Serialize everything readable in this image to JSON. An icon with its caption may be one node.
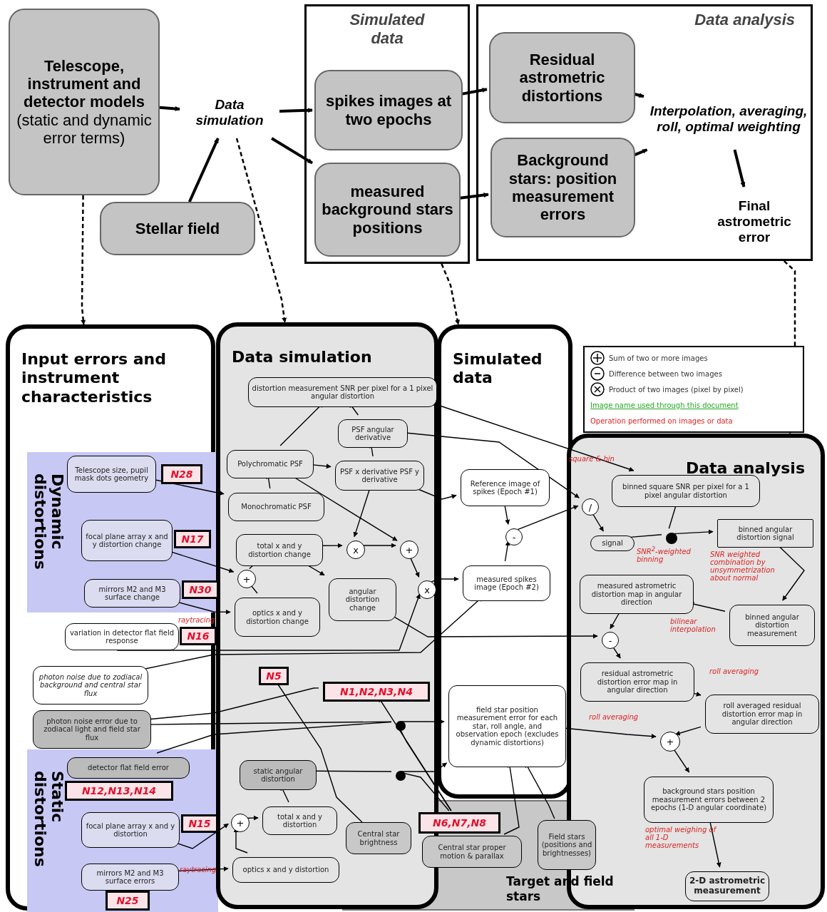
{
  "diagram": {
    "nodes": [
      {
        "text": [
          "Telescope, instrument and detector models",
          "(static and dynamic error terms)"
        ]
      },
      {
        "text": [
          "Data simulation"
        ]
      },
      {
        "text": [
          "Stellar field"
        ]
      },
      {
        "text": [
          "Simulated data"
        ]
      },
      {
        "text": [
          "spikes images at two epochs"
        ],
        "in": 3
      },
      {
        "text": [
          "measured background stars positions"
        ],
        "in": 3
      },
      {
        "text": [
          "Data analysis"
        ]
      },
      {
        "text": [
          "Residual astrometric distortions"
        ],
        "in": 6
      },
      {
        "text": [
          "Background stars: position measurement errors"
        ],
        "in": 6
      },
      {
        "text": [
          "Interpolation, averaging, roll, optimal weighting"
        ],
        "in": 6
      },
      {
        "text": [
          "Final astrometric error"
        ],
        "in": 6
      },
      {
        "text": [
          "Input errors and instrument characteristics"
        ]
      },
      {
        "text": [
          "Dynamic distortions"
        ],
        "in": 11
      },
      {
        "text": [
          "Telescope size, pupil mask dots geometry"
        ],
        "in": 12
      },
      {
        "text": [
          "N28"
        ],
        "in": 12
      },
      {
        "text": [
          "focal plane array x and y distortion change"
        ],
        "in": 12
      },
      {
        "text": [
          "N17"
        ],
        "in": 12
      },
      {
        "text": [
          "mirrors M2 and M3 surface change"
        ],
        "in": 12
      },
      {
        "text": [
          "N30"
        ],
        "in": 12
      },
      {
        "text": [
          "variation in detector flat field response"
        ],
        "in": 11
      },
      {
        "text": [
          "N16"
        ],
        "in": 11
      },
      {
        "text": [
          "photon noise due to zodiacal background and central star flux"
        ],
        "in": 11
      },
      {
        "text": [
          "photon noise error due to zodiacal light and field star flux"
        ],
        "in": 11
      },
      {
        "text": [
          "Static distortions"
        ],
        "in": 11
      },
      {
        "text": [
          "detector flat field error"
        ],
        "in": 23
      },
      {
        "text": [
          "N12,N13,N14"
        ],
        "in": 23
      },
      {
        "text": [
          "focal plane array x and y distortion"
        ],
        "in": 23
      },
      {
        "text": [
          "N15"
        ],
        "in": 23
      },
      {
        "text": [
          "mirrors M2 and M3 surface errors"
        ],
        "in": 23
      },
      {
        "text": [
          "N25"
        ],
        "in": 23
      },
      {
        "text": [
          "Data simulation"
        ]
      },
      {
        "text": [
          "distortion measurement SNR per pixel for a 1 pixel angular distortion"
        ],
        "in": 30
      },
      {
        "text": [
          "PSF angular derivative"
        ],
        "in": 30
      },
      {
        "text": [
          "Polychromatic PSF"
        ],
        "in": 30
      },
      {
        "text": [
          "PSF x derivative PSF y derivative"
        ],
        "in": 30
      },
      {
        "text": [
          "Monochromatic PSF"
        ],
        "in": 30
      },
      {
        "text": [
          "total x and y distortion change"
        ],
        "in": 30
      },
      {
        "text": [
          "x"
        ],
        "in": 30
      },
      {
        "text": [
          "+"
        ],
        "in": 30
      },
      {
        "text": [
          "angular distortion change"
        ],
        "in": 30
      },
      {
        "text": [
          "x"
        ],
        "in": 30
      },
      {
        "text": [
          "+"
        ],
        "in": 30
      },
      {
        "text": [
          "optics x and y distortion change"
        ],
        "in": 30
      },
      {
        "text": [
          "N5"
        ],
        "in": 30
      },
      {
        "text": [
          "N1,N2,N3,N4"
        ],
        "in": 30
      },
      {
        "text": [
          "static angular distortion"
        ],
        "in": 30
      },
      {
        "text": [
          "+"
        ],
        "in": 30
      },
      {
        "text": [
          "total x and y distortion"
        ],
        "in": 30
      },
      {
        "text": [
          "optics x and y distortion"
        ],
        "in": 30
      },
      {
        "text": [],
        "shape": "circle",
        "in": 30
      },
      {
        "text": [],
        "shape": "circle",
        "in": 30
      },
      {
        "text": [
          "Simulated data"
        ]
      },
      {
        "text": [
          "Reference image of spikes (Epoch #1)"
        ],
        "in": 51
      },
      {
        "text": [
          "-"
        ],
        "in": 51
      },
      {
        "text": [
          "measured spikes image (Epoch #2)"
        ],
        "in": 51
      },
      {
        "text": [
          "field star position measurement error for each star, roll angle, and observation epoch (excludes dynamic distortions)"
        ],
        "in": 51
      },
      {
        "text": [
          "Target and field stars"
        ]
      },
      {
        "text": [
          "Central star brightness"
        ]
      },
      {
        "text": [
          "N6,N7,N8"
        ],
        "in": 56
      },
      {
        "text": [
          "Central star proper motion & parallax"
        ],
        "in": 56
      },
      {
        "text": [
          "Field stars (positions and brightnesses)"
        ],
        "in": 56
      },
      {
        "text": [
          "Data analysis"
        ]
      },
      {
        "text": [
          "/"
        ],
        "in": 61
      },
      {
        "text": [
          "binned square SNR per pixel for a 1 pixel angular distortion"
        ],
        "in": 61
      },
      {
        "text": [
          "signal"
        ],
        "in": 61
      },
      {
        "text": [],
        "shape": "circle",
        "in": 61
      },
      {
        "text": [
          "binned angular distortion signal"
        ],
        "in": 61
      },
      {
        "text": [
          "measured astrometric distortion map in angular direction"
        ],
        "in": 61
      },
      {
        "text": [
          "binned angular distortion measurement"
        ],
        "in": 61
      },
      {
        "text": [
          "-"
        ],
        "in": 61
      },
      {
        "text": [
          "residual astrometric distortion error map in angular direction"
        ],
        "in": 61
      },
      {
        "text": [
          "roll averaged residual distortion error map in angular direction"
        ],
        "in": 61
      },
      {
        "text": [
          "+"
        ],
        "in": 61
      },
      {
        "text": [
          "background stars position measurement errors between 2 epochs (1-D angular coordinate)"
        ],
        "in": 61
      },
      {
        "text": [
          "2-D astrometric measurement"
        ],
        "in": 61
      }
    ],
    "edges": [
      {
        "from": 0,
        "to": 1,
        "arrow": "to",
        "style": "thick"
      },
      {
        "from": 2,
        "to": 1,
        "arrow": "to",
        "style": "thick"
      },
      {
        "from": 1,
        "to": 4,
        "arrow": "to",
        "style": "thick"
      },
      {
        "from": 1,
        "to": 5,
        "arrow": "to",
        "style": "thick"
      },
      {
        "from": 4,
        "to": 7,
        "arrow": "to",
        "style": "thick"
      },
      {
        "from": 5,
        "to": 8,
        "arrow": "to",
        "style": "thick"
      },
      {
        "from": 7,
        "to": 9,
        "arrow": "to",
        "style": "thick"
      },
      {
        "from": 8,
        "to": 9,
        "arrow": "to",
        "style": "thick"
      },
      {
        "from": 9,
        "to": 10,
        "arrow": "to",
        "style": "thick"
      },
      {
        "from": 0,
        "to": 11,
        "arrow": "to",
        "style": "dashed"
      },
      {
        "from": 1,
        "to": 30,
        "arrow": "to",
        "style": "dashed"
      },
      {
        "from": 3,
        "to": 51,
        "arrow": "to",
        "style": "dashed"
      },
      {
        "from": 6,
        "to": 61,
        "arrow": "to",
        "style": "dashed"
      },
      {
        "from": 13,
        "to": 35,
        "arrow": "to"
      },
      {
        "from": 15,
        "to": 41,
        "arrow": "to"
      },
      {
        "from": 17,
        "to": 42,
        "arrow": "to",
        "label": "raytracing"
      },
      {
        "from": 19,
        "to": 40,
        "arrow": "to"
      },
      {
        "from": 21,
        "to": 54,
        "arrow": "to"
      },
      {
        "from": 22,
        "to": 49,
        "arrow": "none"
      },
      {
        "from": 24,
        "to": 49,
        "arrow": "none"
      },
      {
        "from": 49,
        "to": 55,
        "arrow": "to"
      },
      {
        "from": 45,
        "to": 50,
        "arrow": "none"
      },
      {
        "from": 50,
        "to": 55,
        "arrow": "to"
      },
      {
        "from": 26,
        "to": 46,
        "arrow": "to"
      },
      {
        "from": 28,
        "to": 48,
        "arrow": "to",
        "label": "raytracing"
      },
      {
        "from": 48,
        "to": 46,
        "arrow": "to"
      },
      {
        "from": 46,
        "to": 47,
        "arrow": "to"
      },
      {
        "from": 47,
        "to": 45,
        "arrow": "to"
      },
      {
        "from": 42,
        "to": 41,
        "arrow": "to"
      },
      {
        "from": 41,
        "to": 36,
        "arrow": "to"
      },
      {
        "from": 35,
        "to": 33,
        "arrow": "to"
      },
      {
        "from": 33,
        "to": 31,
        "arrow": "to"
      },
      {
        "from": 33,
        "to": 34,
        "arrow": "to"
      },
      {
        "from": 34,
        "to": 32,
        "arrow": "to"
      },
      {
        "from": 32,
        "to": 31,
        "arrow": "to"
      },
      {
        "from": 34,
        "to": 37,
        "arrow": "to"
      },
      {
        "from": 36,
        "to": 37,
        "arrow": "to"
      },
      {
        "from": 37,
        "to": 38,
        "arrow": "to"
      },
      {
        "from": 33,
        "to": 38,
        "arrow": "to"
      },
      {
        "from": 38,
        "to": 40,
        "arrow": "to"
      },
      {
        "from": 36,
        "to": 39,
        "arrow": "to"
      },
      {
        "from": 39,
        "to": 69,
        "arrow": "to"
      },
      {
        "from": 40,
        "to": 54,
        "arrow": "to"
      },
      {
        "from": 32,
        "to": 62,
        "arrow": "to"
      },
      {
        "from": 31,
        "to": 63,
        "arrow": "to",
        "label": "square & bin"
      },
      {
        "from": 34,
        "to": 52,
        "arrow": "to"
      },
      {
        "from": 52,
        "to": 53,
        "arrow": "to"
      },
      {
        "from": 54,
        "to": 53,
        "arrow": "to"
      },
      {
        "from": 53,
        "to": 62,
        "arrow": "to"
      },
      {
        "from": 62,
        "to": 64,
        "arrow": "to"
      },
      {
        "from": 63,
        "to": 65,
        "arrow": "none"
      },
      {
        "from": 64,
        "to": 65,
        "arrow": "none"
      },
      {
        "from": 65,
        "to": 66,
        "arrow": "to",
        "label": "SNR$^{2}$-weighted binning"
      },
      {
        "from": 66,
        "to": 68,
        "arrow": "to",
        "label": "SNR weighted combination by unsymmetrization about normal"
      },
      {
        "from": 68,
        "to": 67,
        "arrow": "to",
        "label": "bilinear interpolation"
      },
      {
        "from": 67,
        "to": 69,
        "arrow": "to"
      },
      {
        "from": 69,
        "to": 70,
        "arrow": "to"
      },
      {
        "from": 70,
        "to": 71,
        "arrow": "to",
        "label": "roll averaging"
      },
      {
        "from": 71,
        "to": 72,
        "arrow": "to"
      },
      {
        "from": 55,
        "to": 72,
        "arrow": "to",
        "label": "roll averaging"
      },
      {
        "from": 72,
        "to": 73,
        "arrow": "to"
      },
      {
        "from": 73,
        "to": 74,
        "arrow": "to",
        "label": "optimal weighing of all 1-D measurements"
      },
      {
        "from": 43,
        "to": 57,
        "arrow": "none"
      },
      {
        "from": 58,
        "to": 49,
        "arrow": "none"
      },
      {
        "from": 58,
        "to": 50,
        "arrow": "none"
      },
      {
        "from": 58,
        "to": 44,
        "arrow": "to"
      },
      {
        "from": 59,
        "to": 55,
        "arrow": "to"
      },
      {
        "from": 60,
        "to": 55,
        "arrow": "to"
      },
      {
        "from": 22,
        "to": 44,
        "arrow": "none"
      }
    ],
    "legend": [
      {
        "text": "Sum of two or more images"
      },
      {
        "text": "Difference between two images"
      },
      {
        "text": "Product of two images (pixel by pixel)"
      },
      {
        "text": "Image name used through this document",
        "color": "#22aa22"
      },
      {
        "text": "Operation performed on images or data",
        "color": "#dd2222"
      }
    ]
  }
}
